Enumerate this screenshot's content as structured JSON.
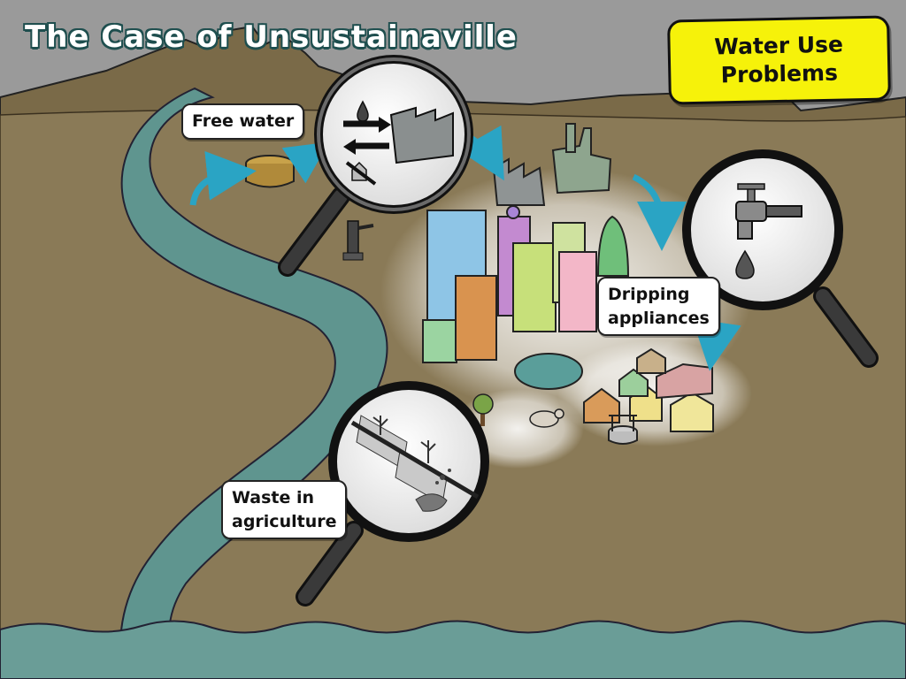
{
  "title": "The Case of Unsustainaville",
  "badge": {
    "line1": "Water Use",
    "line2": "Problems"
  },
  "callouts": {
    "free_water": "Free water",
    "dripping": [
      "Dripping",
      "appliances"
    ],
    "waste": [
      "Waste in",
      "agriculture"
    ]
  },
  "colors": {
    "sky": "#9a9a9a",
    "ground": "#8a7a57",
    "mountains": "#7a6a48",
    "river": "#5f958f",
    "water_bottom": "#6a9d97",
    "badge": "#f6f20a",
    "arrow": "#2aa4c4"
  },
  "icons": [
    "magnifier-icon",
    "water-drop-icon",
    "factory-icon",
    "faucet-icon",
    "tree-icon",
    "hand-pump-icon",
    "water-tank-icon",
    "cow-icon",
    "well-icon"
  ]
}
